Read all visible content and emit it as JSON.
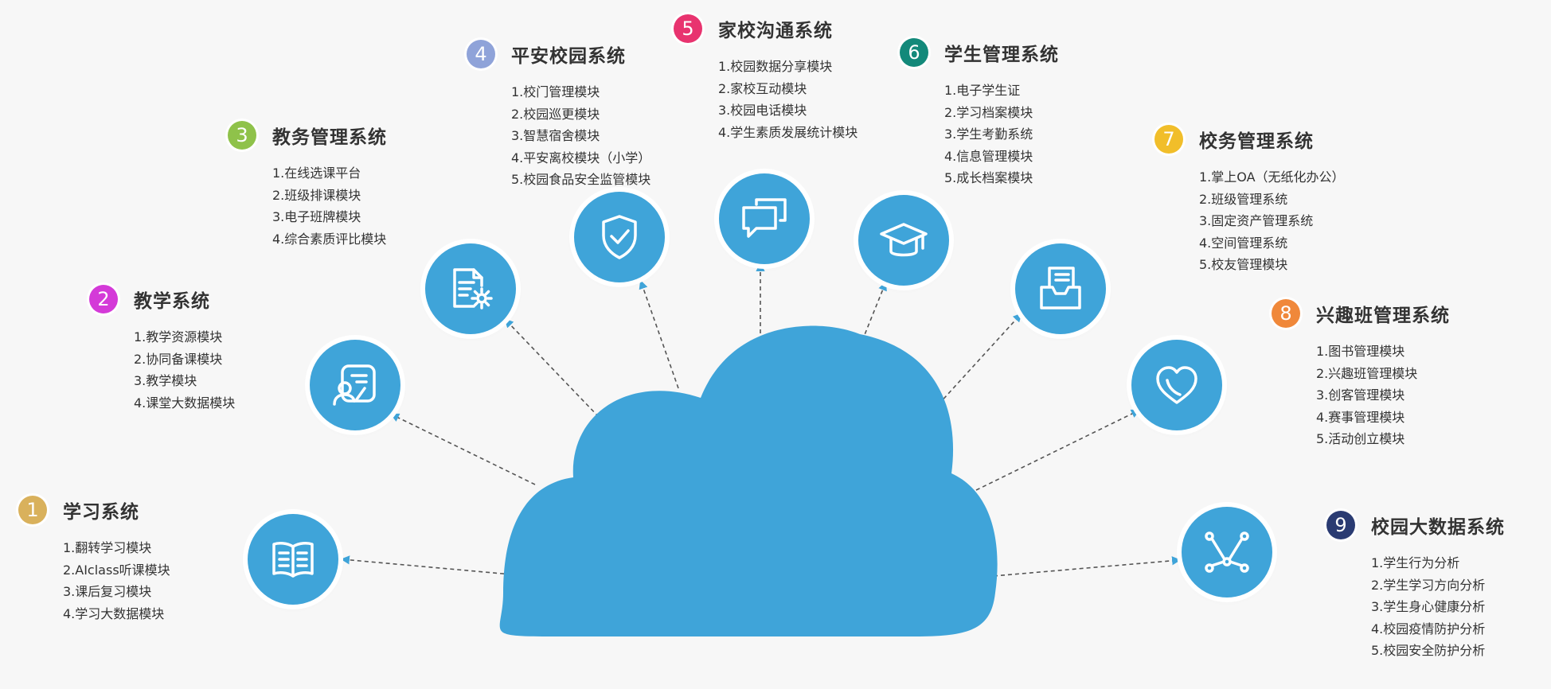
{
  "colors": {
    "accent": "#3fa4d9",
    "text": "#333333",
    "connector": "#555555",
    "background": "#f7f7f7"
  },
  "modules": [
    {
      "number": "1",
      "title": "学习系统",
      "badge_color": "#d9b15c",
      "items": [
        "1.翻转学习模块",
        "2.AIclass听课模块",
        "3.课后复习模块",
        "4.学习大数据模块"
      ],
      "icon": "open-book-icon"
    },
    {
      "number": "2",
      "title": "教学系统",
      "badge_color": "#d43ad8",
      "items": [
        "1.教学资源模块",
        "2.协同备课模块",
        "3.教学模块",
        "4.课堂大数据模块"
      ],
      "icon": "teacher-board-icon"
    },
    {
      "number": "3",
      "title": "教务管理系统",
      "badge_color": "#8fc24a",
      "items": [
        "1.在线选课平台",
        "2.班级排课模块",
        "3.电子班牌模块",
        "4.综合素质评比模块"
      ],
      "icon": "document-gear-icon"
    },
    {
      "number": "4",
      "title": "平安校园系统",
      "badge_color": "#8fa3d9",
      "items": [
        "1.校门管理模块",
        "2.校园巡更模块",
        "3.智慧宿舍模块",
        "4.平安离校模块（小学）",
        "5.校园食品安全监管模块"
      ],
      "icon": "shield-check-icon"
    },
    {
      "number": "5",
      "title": "家校沟通系统",
      "badge_color": "#e8336f",
      "items": [
        "1.校园数据分享模块",
        "2.家校互动模块",
        "3.校园电话模块",
        "4.学生素质发展统计模块"
      ],
      "icon": "chat-bubbles-icon"
    },
    {
      "number": "6",
      "title": "学生管理系统",
      "badge_color": "#13897a",
      "items": [
        "1.电子学生证",
        "2.学习档案模块",
        "3.学生考勤系统",
        "4.信息管理模块",
        "5.成长档案模块"
      ],
      "icon": "graduation-cap-icon"
    },
    {
      "number": "7",
      "title": "校务管理系统",
      "badge_color": "#f1be2a",
      "items": [
        "1.掌上OA（无纸化办公）",
        "2.班级管理系统",
        "3.固定资产管理系统",
        "4.空间管理系统",
        "5.校友管理模块"
      ],
      "icon": "file-tray-icon"
    },
    {
      "number": "8",
      "title": "兴趣班管理系统",
      "badge_color": "#f0883a",
      "items": [
        "1.图书管理模块",
        "2.兴趣班管理模块",
        "3.创客管理模块",
        "4.赛事管理模块",
        "5.活动创立模块"
      ],
      "icon": "heart-icon"
    },
    {
      "number": "9",
      "title": "校园大数据系统",
      "badge_color": "#2a3b72",
      "items": [
        "1.学生行为分析",
        "2.学生学习方向分析",
        "3.学生身心健康分析",
        "4.校园疫情防护分析",
        "5.校园安全防护分析"
      ],
      "icon": "network-nodes-icon"
    }
  ]
}
